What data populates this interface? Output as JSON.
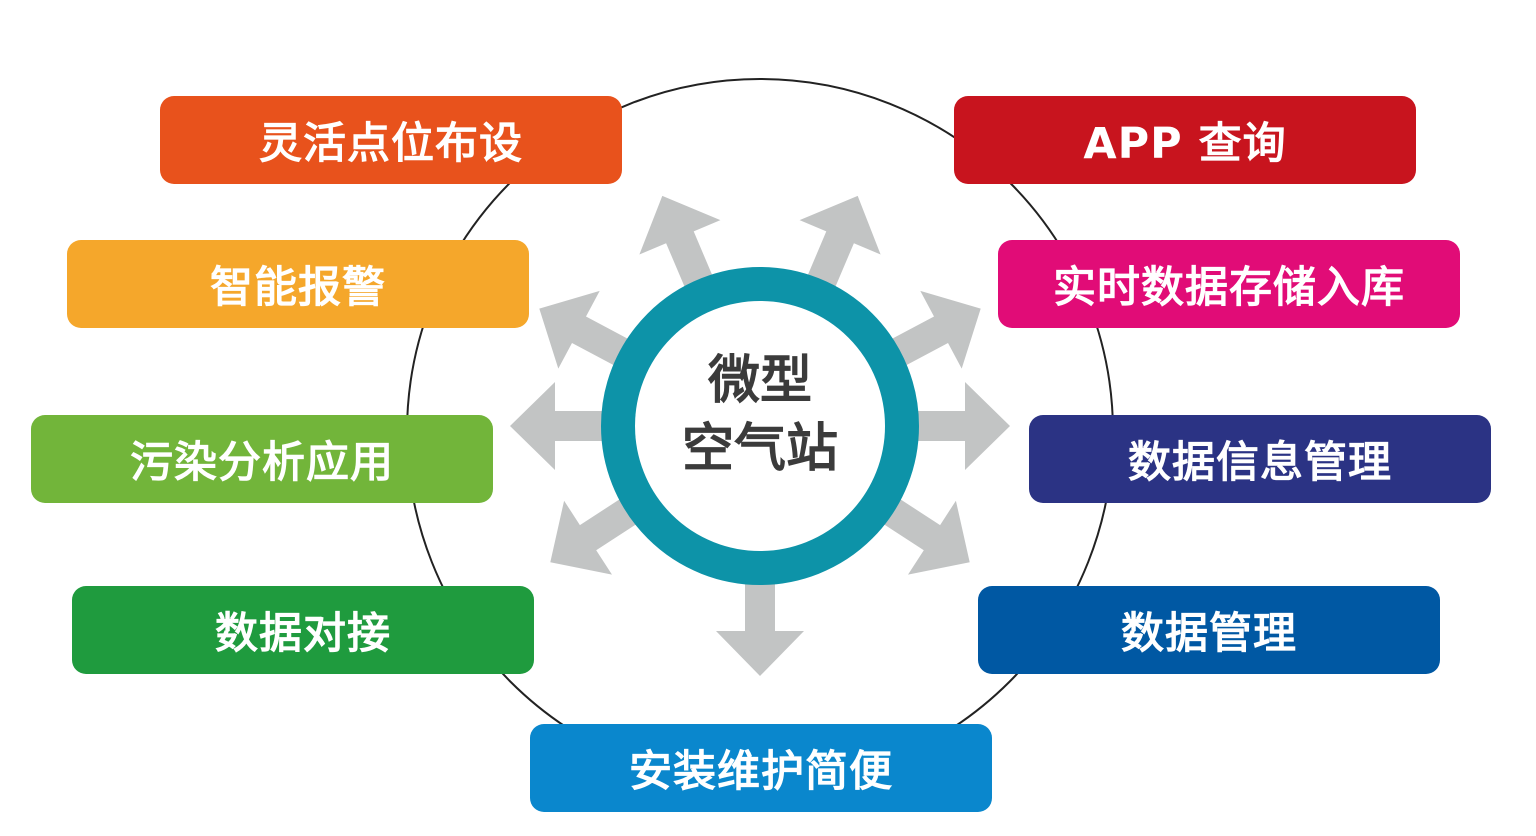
{
  "center": {
    "line1": "微型",
    "line2": "空气站",
    "ring_color": "#0d93a8",
    "text_color": "#3b3b3b"
  },
  "arrow_color": "#c2c4c4",
  "outline_color": "#222222",
  "features": [
    {
      "id": "flexible-deployment",
      "label": "灵活点位布设",
      "color": "#e8521c"
    },
    {
      "id": "smart-alarm",
      "label": "智能报警",
      "color": "#f5a72b"
    },
    {
      "id": "pollution-analysis",
      "label": "污染分析应用",
      "color": "#72b53a"
    },
    {
      "id": "data-docking",
      "label": "数据对接",
      "color": "#1f9b3e"
    },
    {
      "id": "easy-maintenance",
      "label": "安装维护简便",
      "color": "#0a87cd"
    },
    {
      "id": "data-management",
      "label": "数据管理",
      "color": "#0058a3"
    },
    {
      "id": "data-info-management",
      "label": "数据信息管理",
      "color": "#2b3384"
    },
    {
      "id": "realtime-storage",
      "label": "实时数据存储入库",
      "color": "#e10c77"
    },
    {
      "id": "app-query",
      "label": "APP 查询",
      "color": "#c8141e"
    }
  ]
}
